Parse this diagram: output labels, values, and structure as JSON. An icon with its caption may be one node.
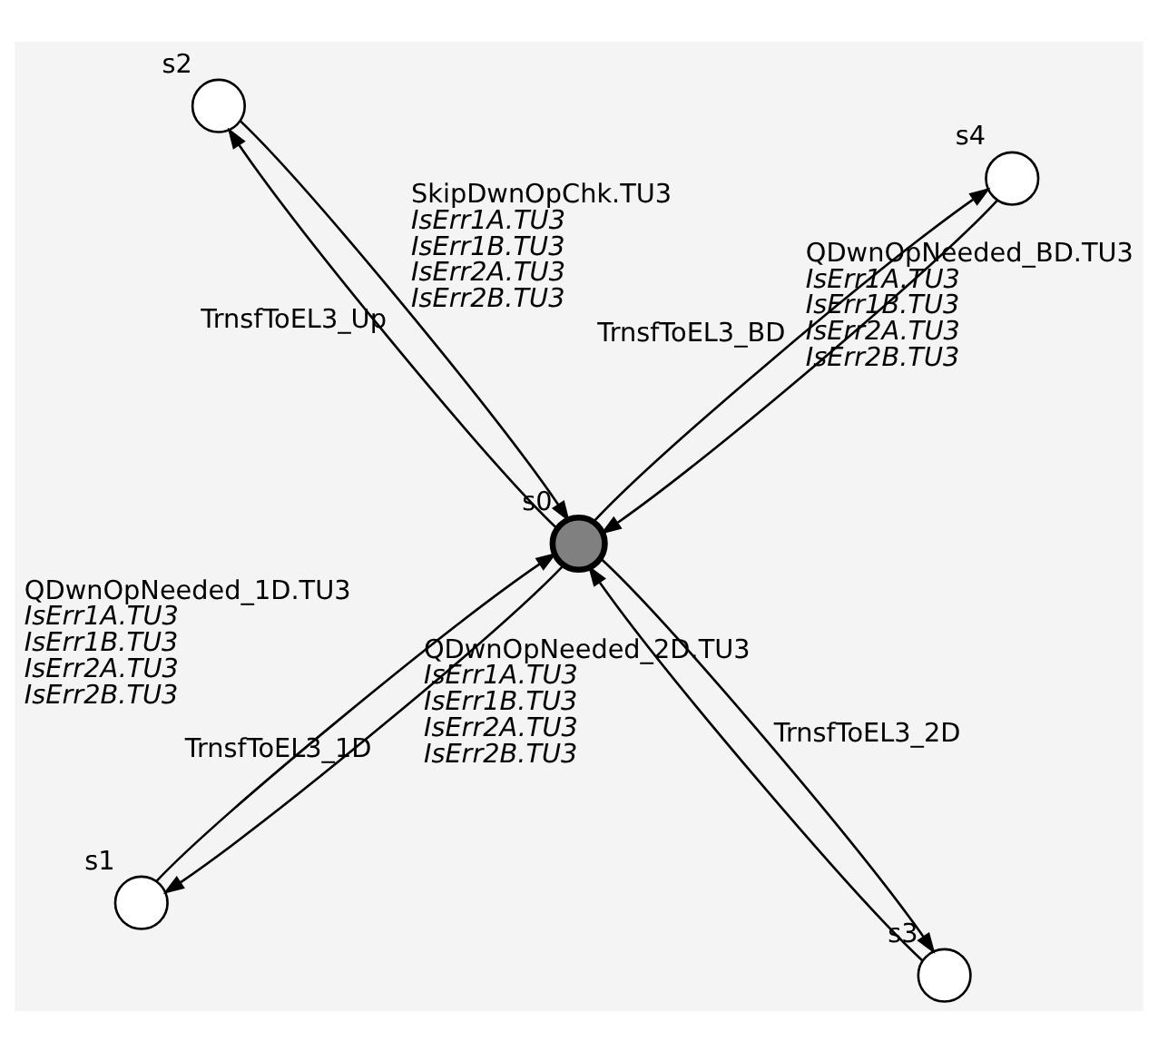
{
  "diagram": {
    "nodes": [
      {
        "text": [],
        "shape": "circle",
        "beside": [
          "s1"
        ]
      },
      {
        "text": [],
        "shape": "circle",
        "beside": [
          "s3"
        ]
      },
      {
        "text": [],
        "shape": "circle",
        "beside": [
          "s0"
        ]
      },
      {
        "text": [],
        "shape": "circle",
        "beside": [
          "s2"
        ]
      },
      {
        "text": [],
        "shape": "circle",
        "beside": [
          "s4"
        ]
      }
    ],
    "edges": [
      {
        "from": 0,
        "to": 2,
        "arrow": "to",
        "label": "QDwnOpNeeded_1D.TU3 *IsErr1A.TU3* *IsErr1B.TU3* *IsErr2A.TU3* *IsErr2B.TU3*"
      },
      {
        "from": 2,
        "to": 0,
        "arrow": "to",
        "label": "TrnsfToEL3_1D"
      },
      {
        "from": 2,
        "to": 1,
        "arrow": "to",
        "label": "TrnsfToEL3_2D"
      },
      {
        "from": 2,
        "to": 3,
        "arrow": "to",
        "label": "TrnsfToEL3_Up"
      },
      {
        "from": 1,
        "to": 2,
        "arrow": "to",
        "label": "QDwnOpNeeded_2D.TU3 *IsErr1A.TU3* *IsErr1B.TU3* *IsErr2A.TU3* *IsErr2B.TU3*"
      },
      {
        "from": 3,
        "to": 2,
        "arrow": "to",
        "label": "SkipDwnOpChk.TU3 *IsErr1A.TU3* *IsErr1B.TU3* *IsErr2A.TU3* *IsErr2B.TU3*"
      },
      {
        "from": 2,
        "to": 4,
        "arrow": "to",
        "label": "TrnsfToEL3_BD"
      },
      {
        "from": 4,
        "to": 2,
        "arrow": "to",
        "label": "QDwnOpNeeded_BD.TU3 *IsErr1A.TU3* *IsErr1B.TU3* *IsErr2A.TU3* *IsErr2B.TU3*"
      }
    ]
  }
}
